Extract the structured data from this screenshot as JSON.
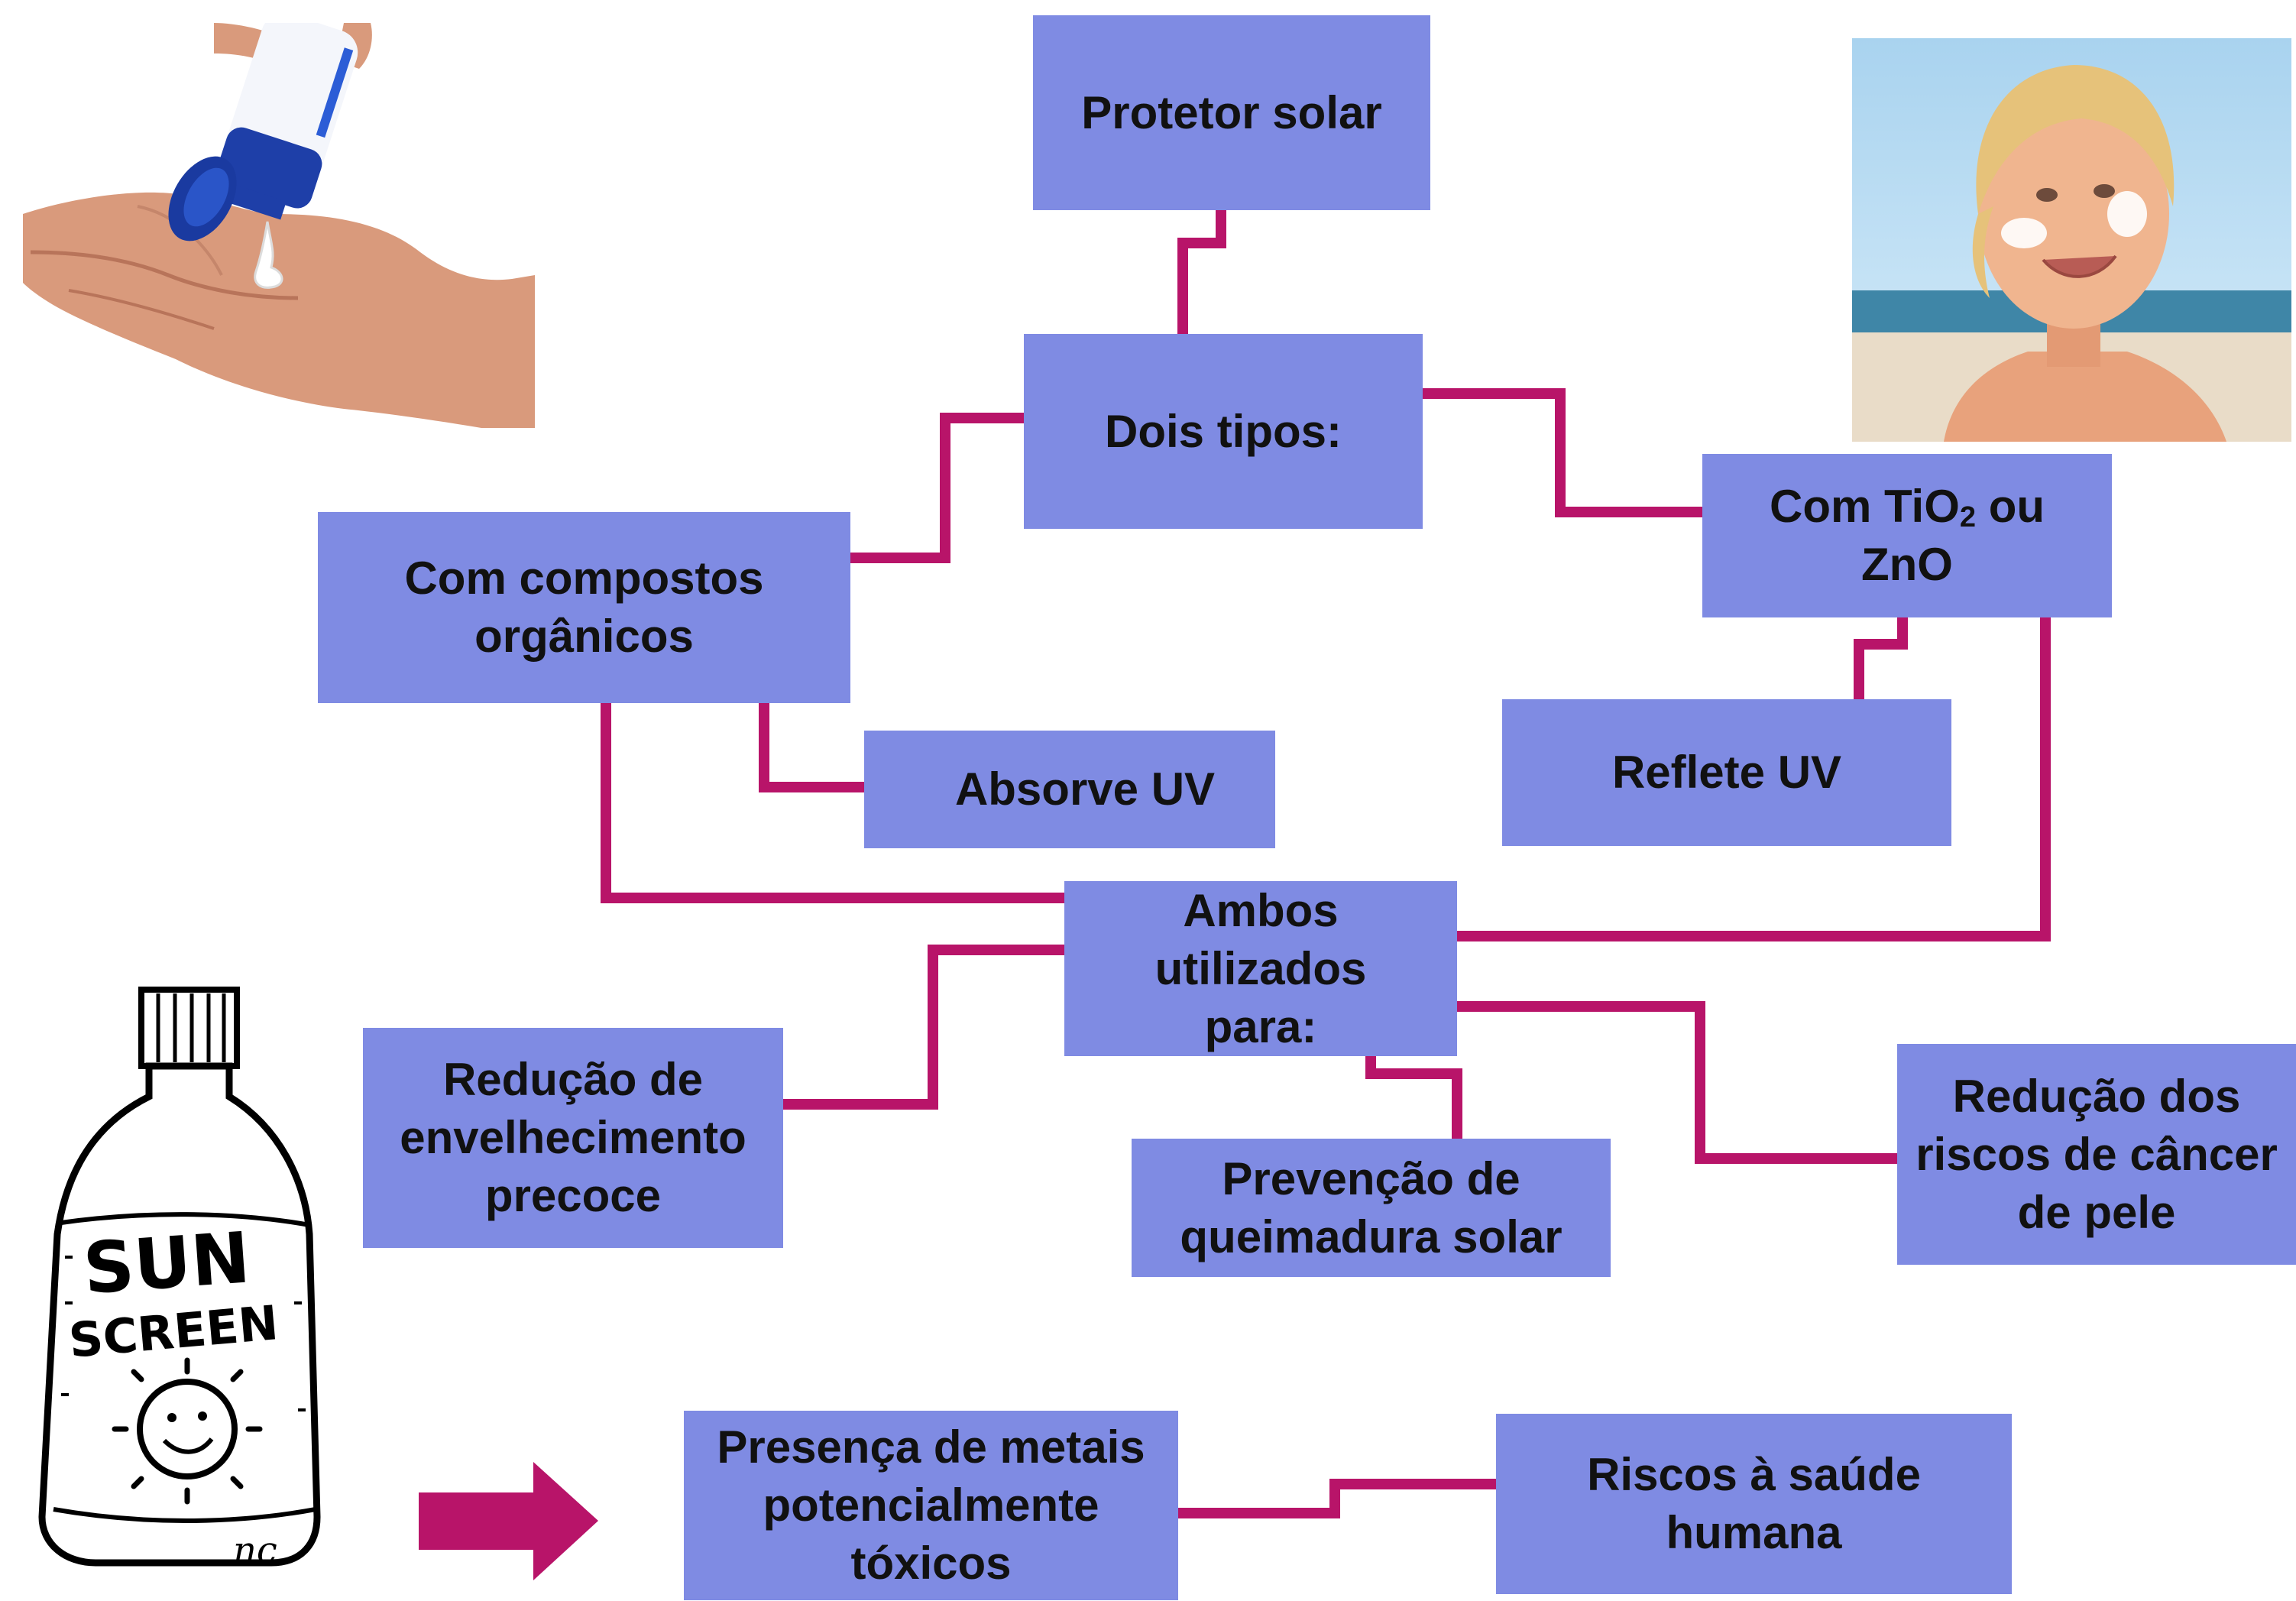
{
  "colors": {
    "box_fill": "#7f8be3",
    "connector": "#b81469",
    "text": "#111111"
  },
  "nodes": {
    "protetor": "Protetor solar",
    "dois_tipos": "Dois tipos:",
    "organicos": "Com compostos orgânicos",
    "tio2_pre": "Com TiO",
    "tio2_sub": "2",
    "tio2_post": " ou ZnO",
    "absorve": "Absorve UV",
    "reflete": "Reflete UV",
    "ambos": "Ambos utilizados para:",
    "envelhecimento": "Redução de envelhecimento precoce",
    "queimadura": "Prevenção de queimadura solar",
    "cancer": "Redução dos riscos de câncer de pele",
    "metais": "Presença de metais potencialmente tóxicos",
    "riscos": "Riscos à saúde humana"
  },
  "images": {
    "hand": "hand-with-sunscreen-image",
    "child": "child-with-sunscreen-image",
    "bottle": "sunscreen-bottle-cartoon",
    "arrow": "right-arrow-icon",
    "bottle_text_1": "SUN",
    "bottle_text_2": "SCREEN",
    "bottle_signature": "nc"
  }
}
